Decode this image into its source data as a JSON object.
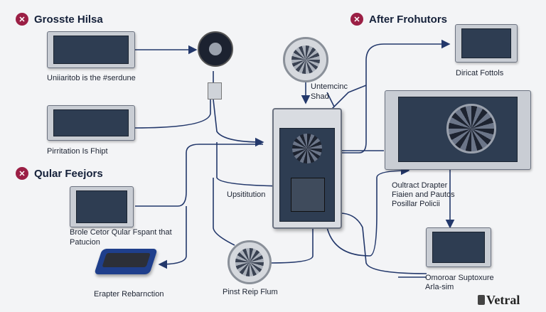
{
  "sections": {
    "left_top": {
      "title": "Grosste Hilsa",
      "icon": "close-icon"
    },
    "right_top": {
      "title": "After Frohutors",
      "icon": "close-icon"
    },
    "left_mid": {
      "title": "Qular Feejors",
      "icon": "close-icon"
    }
  },
  "captions": {
    "unit1": "Uniiaritob is the #serdune",
    "unit2": "Pirritation Is Fhipt",
    "unit3_line1": "Brole Cetor Qular Fspant that",
    "unit3_line2": "Patucion",
    "device_blue": "Erapter Rebarnction",
    "fan_top": "Untemcinc",
    "fan_top_line2": "Shad",
    "center": "Upsititution",
    "fan_bottom": "Pinst Reip Flum",
    "right_top": "Diricat Fottols",
    "right_mid_line1": "Oultract Drapter",
    "right_mid_line2": "Fiaien and Pautos",
    "right_mid_line3": "Posillar Policii",
    "right_bottom_line1": "Omoroar Suptoxure",
    "right_bottom_line2": "Arla-sim"
  },
  "brand": "Vetral",
  "colors": {
    "accent": "#9b1f45",
    "line": "#23386b",
    "panel": "#2e3d52"
  }
}
